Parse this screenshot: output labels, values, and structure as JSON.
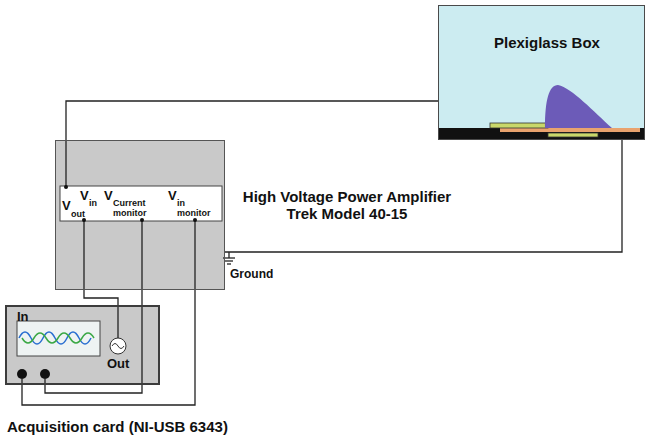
{
  "diagram": {
    "nodes": [
      {
        "text": [
          "Plexiglass Box"
        ]
      },
      {
        "text": [
          "High Voltage Power Amplifier Trek Model 40-15"
        ]
      },
      {
        "text": [
          "In",
          "Out",
          "Acquisition card (NI-USB 6343)"
        ]
      }
    ],
    "edges": [
      {
        "from": 1,
        "to": 0,
        "arrow": "none"
      },
      {
        "from": 1,
        "to": 0,
        "arrow": "none"
      },
      {
        "from": 2,
        "to": 1,
        "arrow": "none"
      },
      {
        "from": 1,
        "to": 2,
        "arrow": "none"
      },
      {
        "from": 1,
        "to": 2,
        "arrow": "none"
      }
    ],
    "labels": [
      "V",
      "out",
      "V",
      "in",
      "V",
      "Current monitor",
      "V",
      "in monitor",
      "Ground"
    ]
  }
}
